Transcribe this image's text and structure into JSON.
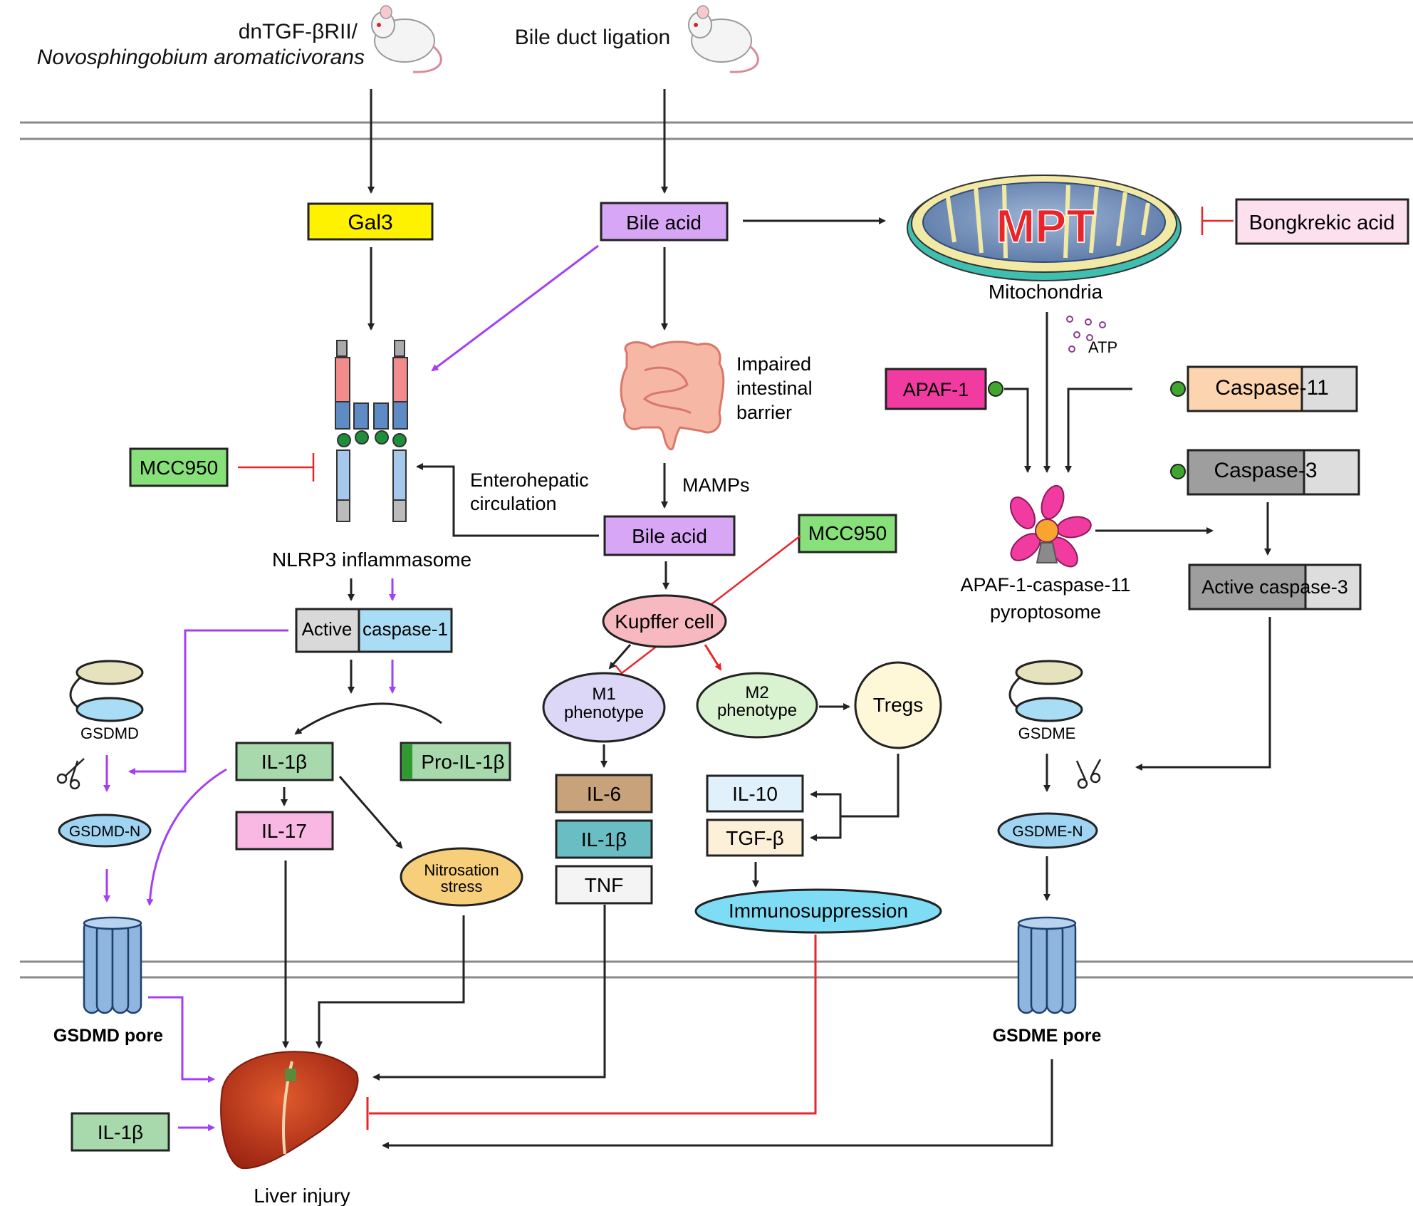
{
  "models": {
    "left_line1": "dnTGF-βRII/",
    "left_line2": "Novosphingobium aromaticivorans",
    "middle": "Bile duct ligation"
  },
  "nodes": {
    "gal3": "Gal3",
    "bile_acid_top": "Bile acid",
    "mpt": "MPT",
    "bongkrekic_acid": "Bongkrekic acid",
    "mitochondria": "Mitochondria",
    "atp": "ATP",
    "impaired_barrier": [
      "Impaired",
      "intestinal",
      "barrier"
    ],
    "mamps": "MAMPs",
    "enterohepatic": [
      "Enterohepatic",
      "circulation"
    ],
    "bile_acid_mid": "Bile acid",
    "mcc950_left": "MCC950",
    "mcc950_mid": "MCC950",
    "nlrp3": "NLRP3 inflammasome",
    "active_caspase1": {
      "left": "Active",
      "right": "caspase-1"
    },
    "kupffer": "Kupffer cell",
    "m1": [
      "M1",
      "phenotype"
    ],
    "m2": [
      "M2",
      "phenotype"
    ],
    "tregs": "Tregs",
    "il1b_center": "IL-1β",
    "pro_il1b": "Pro-IL-1β",
    "il17": "IL-17",
    "nitrosation": [
      "Nitrosation",
      "stress"
    ],
    "il6": "IL-6",
    "il1b_m1": "IL-1β",
    "tnf": "TNF",
    "il10": "IL-10",
    "tgfb": "TGF-β",
    "immunosuppression": "Immunosuppression",
    "gsdmd": "GSDMD",
    "gsdmd_n": "GSDMD-N",
    "gsdmd_pore": "GSDMD pore",
    "il1b_bottom": "IL-1β",
    "liver_injury": "Liver injury",
    "apaf1": "APAF-1",
    "caspase11": "Caspase-11",
    "caspase3": "Caspase-3",
    "pyroptosome": [
      "APAF-1-caspase-11",
      "pyroptosome"
    ],
    "active_caspase3": "Active caspase-3",
    "gsdme": "GSDME",
    "gsdme_n": "GSDME-N",
    "gsdme_pore": "GSDME pore"
  },
  "colors": {
    "arrow_black": "#222222",
    "arrow_purple": "#a43ff2",
    "inhibit_red": "#e8262a",
    "gal3": "#fff200",
    "bile_acid": "#d7a6f5",
    "mcc950": "#88e07a",
    "bongkrekic": "#fde0ee",
    "apaf1": "#f23ba0",
    "caspase11": "#fdd4b0",
    "caspase_gray": "#9e9e9e",
    "caspase_light": "#dddddd",
    "active_casp1_left": "#d9d9d9",
    "active_casp1_right": "#a9dcf5",
    "kupffer": "#f7b8bf",
    "m1": "#dcd6f7",
    "m2": "#d9f2cf",
    "tregs": "#fff8d8",
    "il1b": "#a7d9ad",
    "il17": "#f9b8e4",
    "nitrosation": "#f7cf7a",
    "il6": "#c8a27a",
    "il1b_m1": "#6bbdc4",
    "tnf": "#f4f4f4",
    "il10": "#e1f1fb",
    "tgfb": "#fdf0d9",
    "immuno": "#7fdcf5",
    "gsdm_n": "#9fd4f2",
    "membrane": "#8a8a8a"
  }
}
